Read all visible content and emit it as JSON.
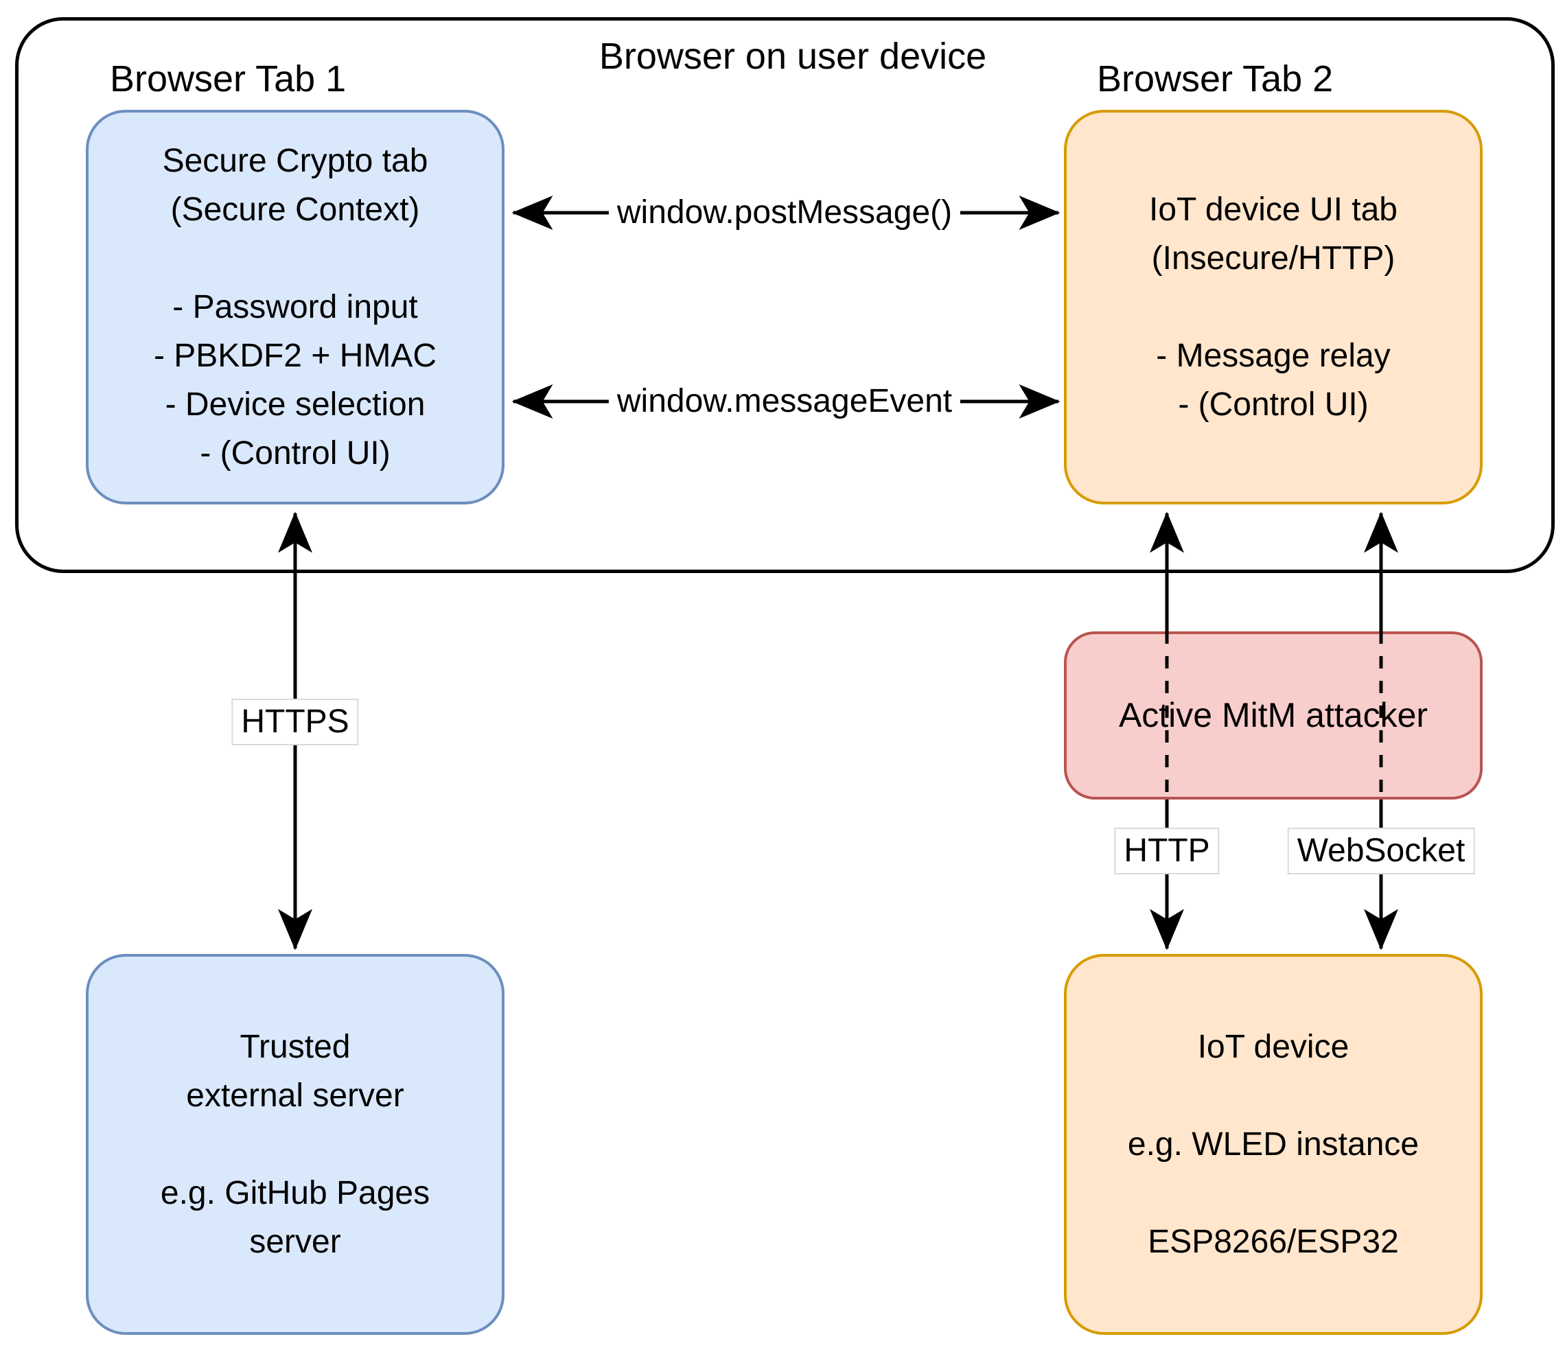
{
  "header": {
    "title": "Browser on user device",
    "tab1": "Browser Tab 1",
    "tab2": "Browser Tab 2"
  },
  "boxes": {
    "crypto": {
      "lines": [
        "Secure Crypto tab",
        "(Secure Context)",
        "",
        "- Password input",
        "- PBKDF2 + HMAC",
        "- Device selection",
        "- (Control UI)"
      ]
    },
    "ui_tab": {
      "lines": [
        "IoT device UI tab",
        "(Insecure/HTTP)",
        "",
        "- Message relay",
        "- (Control UI)"
      ]
    },
    "server": {
      "lines": [
        "Trusted",
        "external server",
        "",
        "e.g. GitHub Pages",
        "server"
      ]
    },
    "mitm": {
      "label": "Active MitM attacker"
    },
    "iot": {
      "lines": [
        "IoT device",
        "",
        "e.g. WLED instance",
        "",
        "ESP8266/ESP32"
      ]
    }
  },
  "connections": {
    "post_message": "window.postMessage()",
    "message_event": "window.messageEvent",
    "https": "HTTPS",
    "http": "HTTP",
    "websocket": "WebSocket"
  },
  "colors": {
    "blue_fill": "#dae8fc",
    "blue_stroke": "#6c8ebf",
    "orange_fill": "#ffe6cc",
    "orange_stroke": "#d79b00",
    "red_fill": "#f8cecc",
    "red_stroke": "#b85450",
    "arrow": "#000000",
    "label_border": "#d9d9d9",
    "bg": "#ffffff"
  }
}
